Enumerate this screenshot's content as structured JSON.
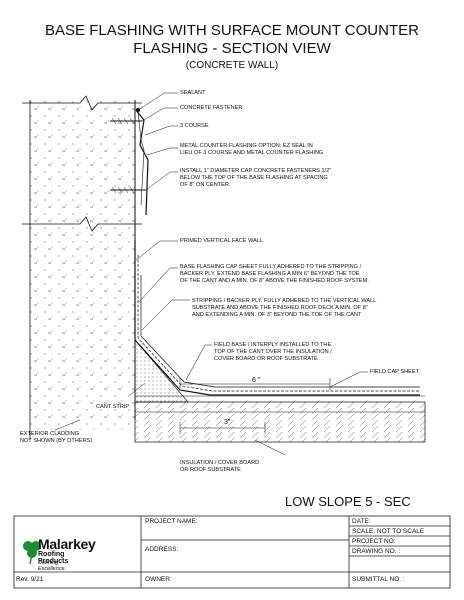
{
  "title": {
    "line1": "BASE FLASHING WITH SURFACE MOUNT COUNTER",
    "line2": "FLASHING  - SECTION VIEW",
    "line3": "(CONCRETE WALL)"
  },
  "labels": {
    "sealant": "SEALANT",
    "concrete_fastener": "CONCRETE FASTENER",
    "three_course": "3 COURSE",
    "metal_option_1": "METAL COUNTER FLASHING OPTION: EZ SEAL IN",
    "metal_option_2": "LIEU OF 3 COURSE AND METAL COUNTER FLASHING",
    "fasteners_1": "INSTALL 1\" DIAMETER CAP CONCRETE FASTENERS 1/2\"",
    "fasteners_2": "BELOW THE TOP OF THE BASE FLASHING AT SPACING",
    "fasteners_3": "OF 8\" ON CENTER.",
    "primed_wall": "PRIMED VERTICAL FACE WALL",
    "cap_sheet_1": "BASE FLASHING CAP SHEET FULLY ADHERED TO THE STRIPPING /",
    "cap_sheet_2": "BACKER PLY.  EXTEND BASE FLASHING A MIN 6\" BEYOND THE TOE",
    "cap_sheet_3": "OF THE CANT AND A MIN. OF 8\" ABOVE THE FINISHED ROOF SYSTEM.",
    "stripping_1": "STRIPPING / BACKER PLY, FULLY ADHERED TO THE VERTICAL WALL",
    "stripping_2": "SUBSTRATE AND ABOVE THE FINISHED ROOF DECK A MIN. OF 8\"",
    "stripping_3": "AND EXTENDING A MIN. OF 3\" BEYOND THE TOE OF THE CANT",
    "field_base_1": "FIELD BASE / INTERPLY INSTALLED TO THE",
    "field_base_2": "TOP OF THE CANT OVER THE INSULATION /",
    "field_base_3": "COVER BOARD OR ROOF SUBSTRATE",
    "field_cap": "FIELD CAP SHEET",
    "dim_6": "6 \"",
    "dim_3": "3\"",
    "cant_strip": "CANT STRIP",
    "exterior_1": "EXTERIOR CLADDING",
    "exterior_2": "NOT SHOWN (BY OTHERS)",
    "insulation_1": "INSULATION / COVER BOARD",
    "insulation_2": "OR ROOF SUBSTRATE"
  },
  "sheet_id": "LOW SLOPE 5 - SEC",
  "title_block": {
    "project_name": "PROJECT NAME:",
    "address": "ADDRESS:",
    "owner": "OWNER:",
    "date": "DATE:",
    "scale": "SCALE:  NOT TO SCALE",
    "project_no": "PROJECT NO:",
    "drawing_no": "DRAWING NO. :",
    "submittal_no": "SUBMITTAL NO. :"
  },
  "logo": {
    "name": "Malarkey",
    "sub": "Roofing Products",
    "tagline": "Defining Excellence."
  },
  "revision": "Rev. 9/21"
}
